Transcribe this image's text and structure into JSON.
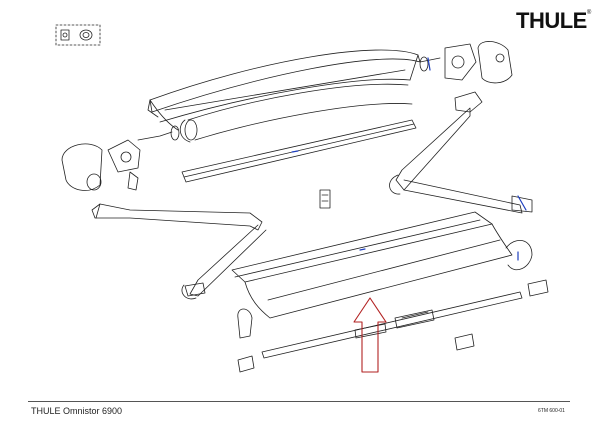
{
  "brand": {
    "name": "THULE",
    "mark": "®"
  },
  "footer": {
    "title": "THULE Omnistor 6900",
    "code": "6TM 600-01"
  },
  "colors": {
    "line": "#222222",
    "highlight_arrow": "#b22222",
    "accent": "#1e3fbf"
  },
  "icons": [
    "hardware-set-icon",
    "upward-arrow-icon"
  ]
}
